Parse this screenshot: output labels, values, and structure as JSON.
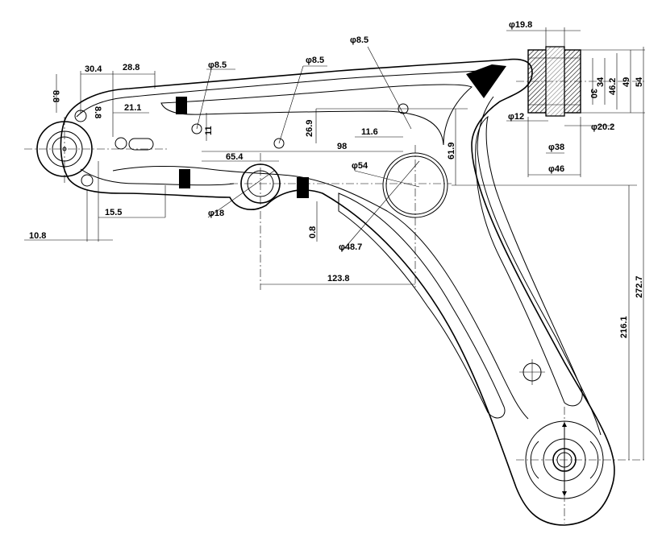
{
  "dimensions": {
    "phi_19_8": "φ19.8",
    "phi_8_5_top": "φ8.5",
    "phi_8_5_mid": "φ8.5",
    "phi_8_5_left": "φ8.5",
    "d30_4": "30.4",
    "d28_8": "28.8",
    "d8_8a": "8.8",
    "d8_8b": "8.8",
    "d21_1": "21.1",
    "d11": "11",
    "d26_9": "26.9",
    "d11_6": "11.6",
    "d98": "98",
    "d65_4": "65.4",
    "d61_9": "61.9",
    "phi_54": "φ54",
    "phi_18": "φ18",
    "d15_5": "15.5",
    "d10_8": "10.8",
    "d0_8": "0.8",
    "phi_48_7": "φ48.7",
    "d123_8": "123.8",
    "phi_12": "φ12",
    "phi_20_2": "φ20.2",
    "phi_38": "φ38",
    "phi_46": "φ46",
    "d30": "30",
    "d34": "34",
    "d46_2": "46.2",
    "d49": "49",
    "d54": "54",
    "d216_1": "216.1",
    "d272_7": "272.7"
  }
}
